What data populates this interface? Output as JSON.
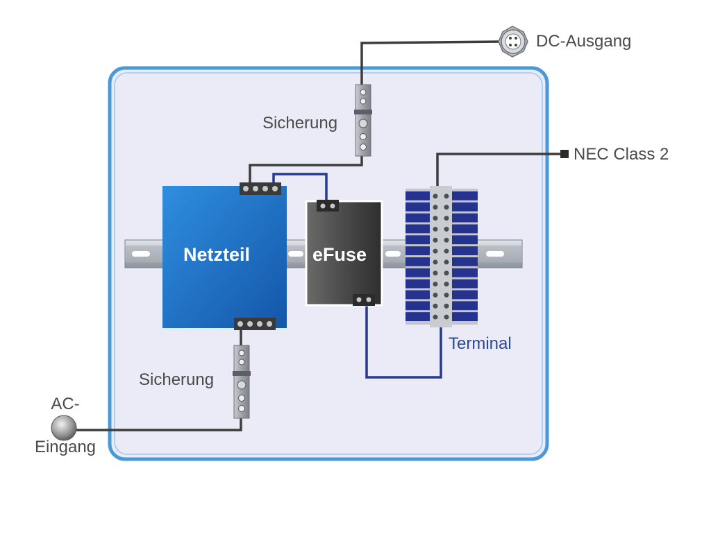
{
  "modules": {
    "power_supply": "Netzteil",
    "efuse": "eFuse"
  },
  "labels": {
    "fuse_top": "Sicherung",
    "fuse_bottom": "Sicherung",
    "dc_output": "DC-Ausgang",
    "nec_class2": "NEC Class 2",
    "terminal": "Terminal",
    "ac_input_line1": "AC-",
    "ac_input_line2": "Eingang"
  },
  "colors": {
    "enclosure_border": "#4a9ad8",
    "enclosure_fill": "#ebebf7",
    "power_supply": "#1f74c8",
    "efuse": "#4a4a4a",
    "wire_dark": "#3d3d3d",
    "wire_blue": "#243a8e",
    "terminal_blue": "#25338f"
  }
}
